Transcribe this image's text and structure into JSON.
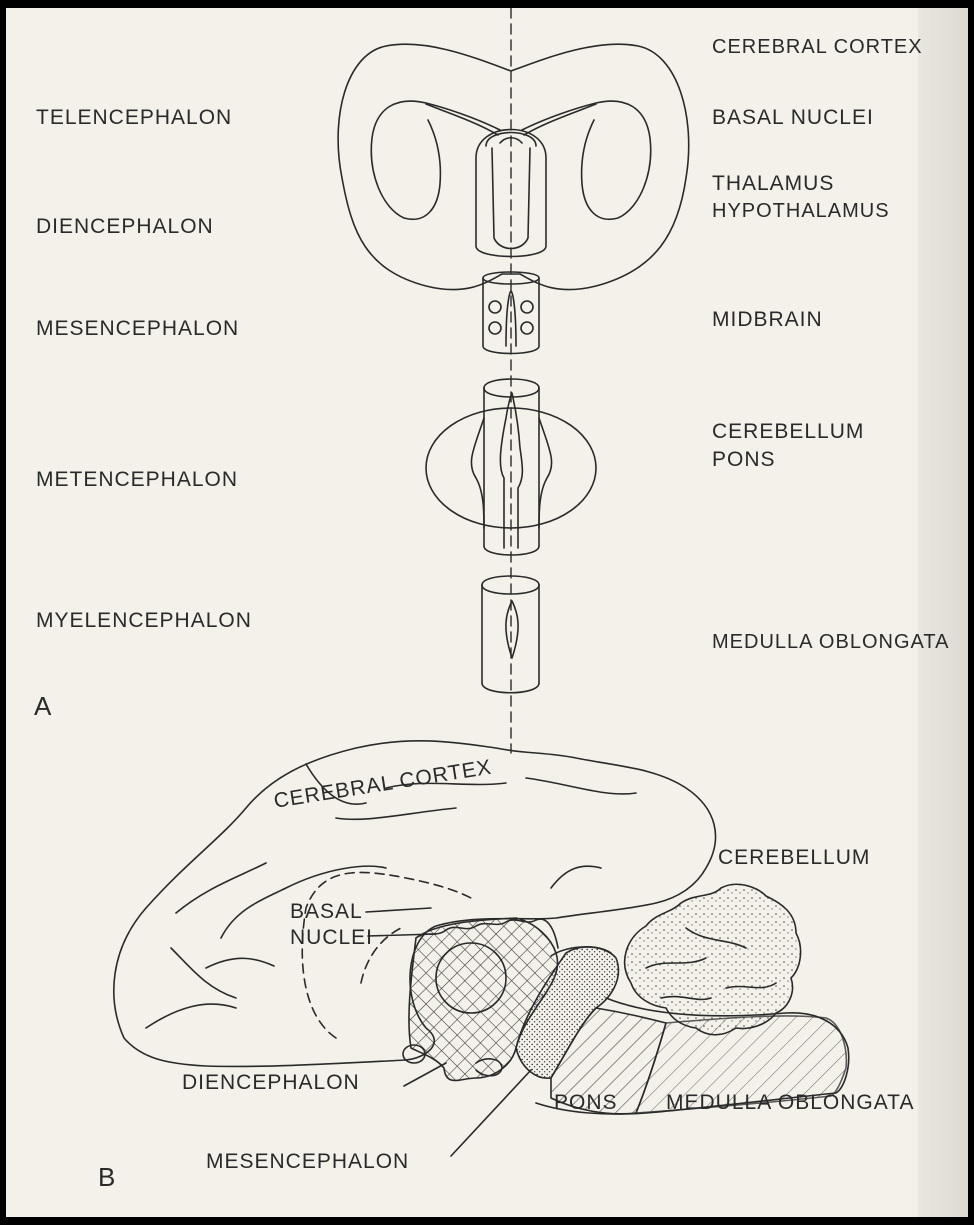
{
  "panel_a": {
    "letter": "A",
    "left_labels": {
      "telencephalon": "TELENCEPHALON",
      "diencephalon": "DIENCEPHALON",
      "mesencephalon": "MESENCEPHALON",
      "metencephalon": "METENCEPHALON",
      "myelencephalon": "MYELENCEPHALON"
    },
    "right_labels": {
      "cerebral_cortex": "CEREBRAL CORTEX",
      "basal_nuclei": "BASAL NUCLEI",
      "thalamus": "THALAMUS",
      "hypothalamus": "HYPOTHALAMUS",
      "midbrain": "MIDBRAIN",
      "cerebellum": "CEREBELLUM",
      "pons": "PONS",
      "medulla_oblongata": "MEDULLA OBLONGATA"
    }
  },
  "panel_b": {
    "letter": "B",
    "labels": {
      "cerebral_cortex": "CEREBRAL CORTEX",
      "cerebellum": "CEREBELLUM",
      "basal": "BASAL",
      "nuclei": "NUCLEI",
      "diencephalon": "DIENCEPHALON",
      "mesencephalon": "MESENCEPHALON",
      "pons": "PONS",
      "medulla_oblongata": "MEDULLA OBLONGATA"
    }
  },
  "colors": {
    "paper": "#f3f1ea",
    "ink": "#2a2a2a",
    "frame": "#000000"
  }
}
